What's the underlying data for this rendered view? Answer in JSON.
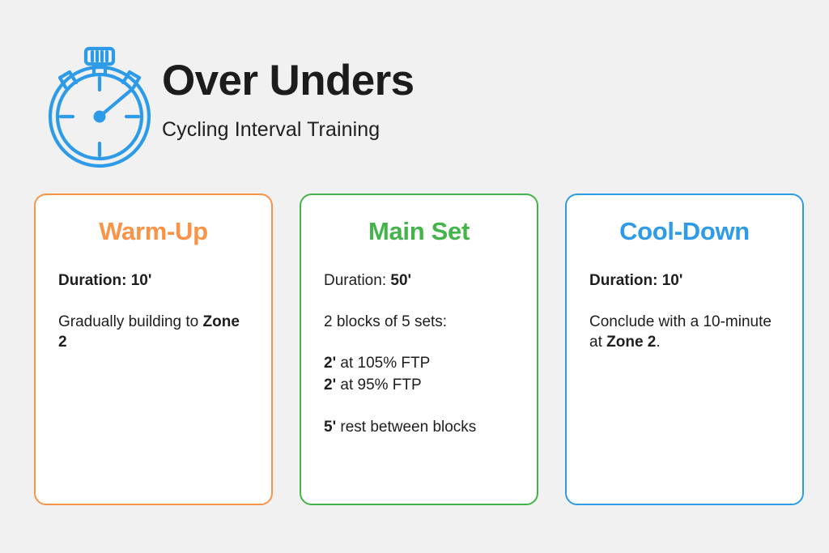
{
  "header": {
    "title": "Over Unders",
    "subtitle": "Cycling Interval Training",
    "icon": "stopwatch-icon",
    "icon_color": "#2E9BE8"
  },
  "colors": {
    "background": "#F1F1F1",
    "card_background": "#FFFFFF",
    "text": "#1A1A1A",
    "orange": "#F89348",
    "green": "#43B44A",
    "blue": "#2E9BE8"
  },
  "cards": [
    {
      "id": "warm-up",
      "title": "Warm-Up",
      "accent": "#F89348",
      "lines": [
        {
          "id": "duration",
          "segments": [
            {
              "text": "Duration: 10'",
              "bold": true
            }
          ],
          "spacing": "normal"
        },
        {
          "id": "description",
          "segments": [
            {
              "text": "Gradually building to ",
              "bold": false
            },
            {
              "text": "Zone 2",
              "bold": true
            }
          ],
          "spacing": "normal"
        }
      ]
    },
    {
      "id": "main-set",
      "title": "Main Set",
      "accent": "#43B44A",
      "lines": [
        {
          "id": "duration",
          "segments": [
            {
              "text": "Duration: ",
              "bold": false
            },
            {
              "text": "50'",
              "bold": true
            }
          ],
          "spacing": "normal"
        },
        {
          "id": "structure",
          "segments": [
            {
              "text": "2 blocks of 5 sets:",
              "bold": false
            }
          ],
          "spacing": "normal"
        },
        {
          "id": "over-interval",
          "segments": [
            {
              "text": "2'",
              "bold": true
            },
            {
              "text": " at 105% FTP",
              "bold": false
            }
          ],
          "spacing": "tight"
        },
        {
          "id": "under-interval",
          "segments": [
            {
              "text": "2'",
              "bold": true
            },
            {
              "text": " at 95% FTP",
              "bold": false
            }
          ],
          "spacing": "normal"
        },
        {
          "id": "rest",
          "segments": [
            {
              "text": "5'",
              "bold": true
            },
            {
              "text": " rest between blocks",
              "bold": false
            }
          ],
          "spacing": "normal"
        }
      ]
    },
    {
      "id": "cool-down",
      "title": "Cool-Down",
      "accent": "#2E9BE8",
      "lines": [
        {
          "id": "duration",
          "segments": [
            {
              "text": "Duration: 10'",
              "bold": true
            }
          ],
          "spacing": "normal"
        },
        {
          "id": "description",
          "segments": [
            {
              "text": "Conclude with a 10-minute at ",
              "bold": false
            },
            {
              "text": "Zone 2",
              "bold": true
            },
            {
              "text": ".",
              "bold": false
            }
          ],
          "spacing": "normal"
        }
      ]
    }
  ]
}
